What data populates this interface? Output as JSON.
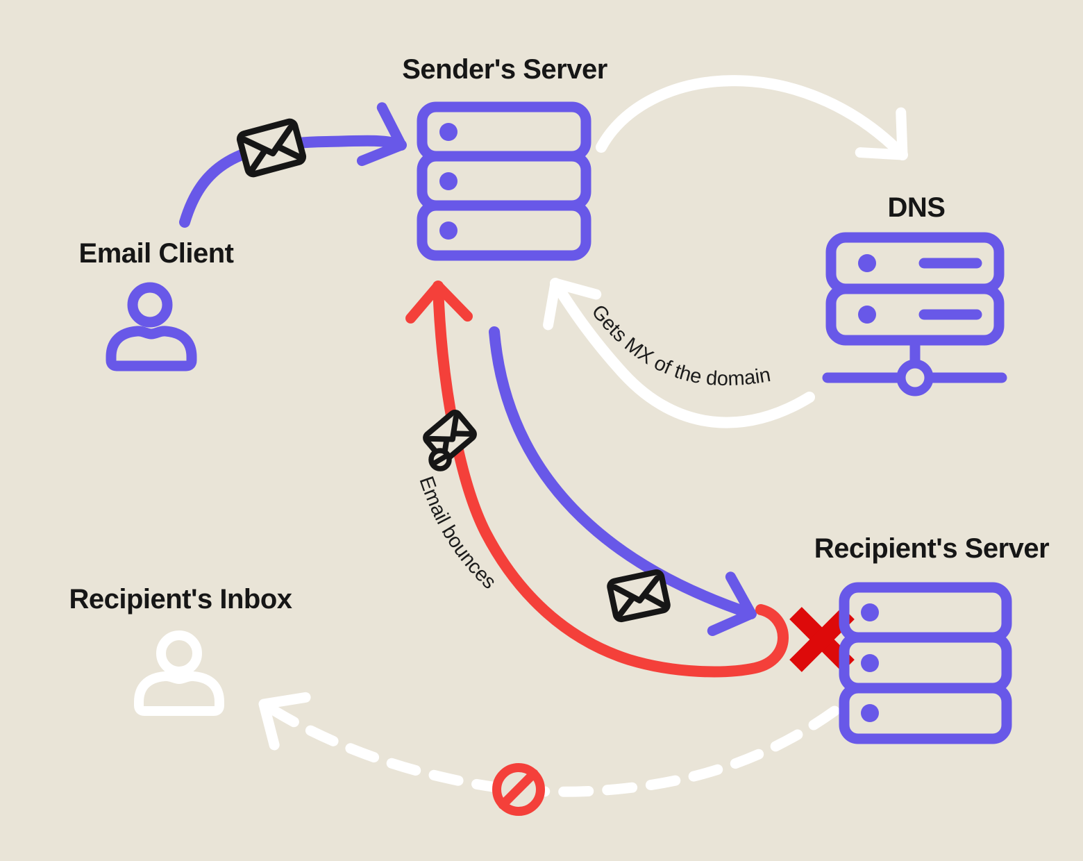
{
  "diagram": {
    "background": "#E9E4D7",
    "colors": {
      "purple": "#6858E8",
      "red": "#F4403A",
      "red_dark": "#DD0A0A",
      "white": "#FFFFFF",
      "black": "#161616"
    },
    "nodes": [
      {
        "id": "email-client",
        "label": "Email Client"
      },
      {
        "id": "senders-server",
        "label": "Sender's Server"
      },
      {
        "id": "dns",
        "label": "DNS"
      },
      {
        "id": "recipients-server",
        "label": "Recipient's Server"
      },
      {
        "id": "recipients-inbox",
        "label": "Recipient's Inbox"
      }
    ],
    "annotations": {
      "gets_mx": "Gets MX of the domain",
      "email_bounces": "Email bounces"
    },
    "icons": [
      "user-icon",
      "server-icon",
      "dns-server-icon",
      "envelope-icon",
      "blocked-envelope-icon",
      "prohibition-icon",
      "error-cross-icon",
      "curved-arrow-icon",
      "dashed-arrow-icon"
    ]
  }
}
